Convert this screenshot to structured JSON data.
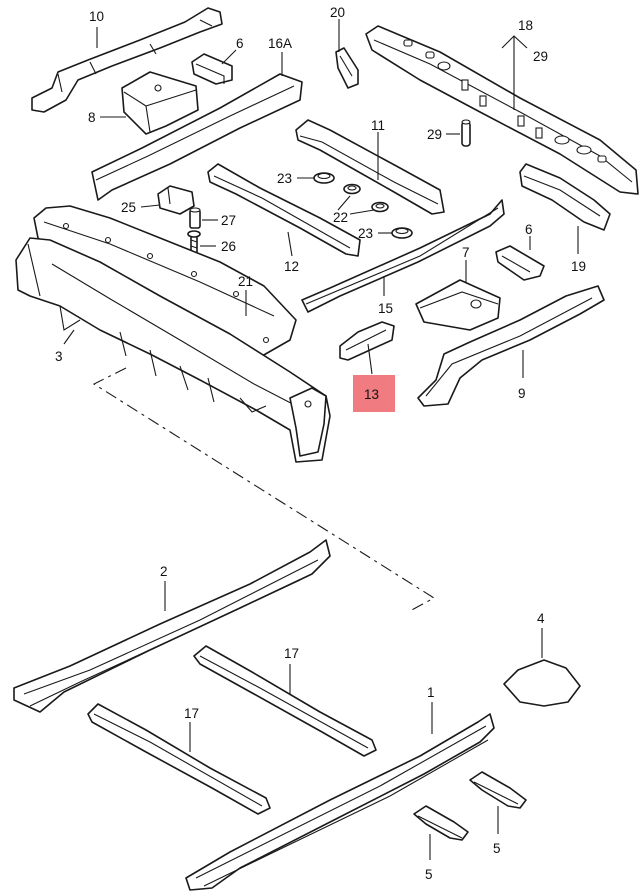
{
  "callouts": {
    "p1": "1",
    "p2": "2",
    "p3": "3",
    "p4": "4",
    "p5a": "5",
    "p5b": "5",
    "p6a": "6",
    "p6b": "6",
    "p7": "7",
    "p8": "8",
    "p9": "9",
    "p10": "10",
    "p11": "11",
    "p12": "12",
    "p13": "13",
    "p15": "15",
    "p16a": "16A",
    "p17a": "17",
    "p17b": "17",
    "p18": "18",
    "p19": "19",
    "p20": "20",
    "p21": "21",
    "p22": "22",
    "p23a": "23",
    "p23b": "23",
    "p25": "25",
    "p26": "26",
    "p27": "27",
    "p29a": "29",
    "p29b": "29"
  },
  "highlight": {
    "part": "13",
    "color": "#f07b80"
  }
}
